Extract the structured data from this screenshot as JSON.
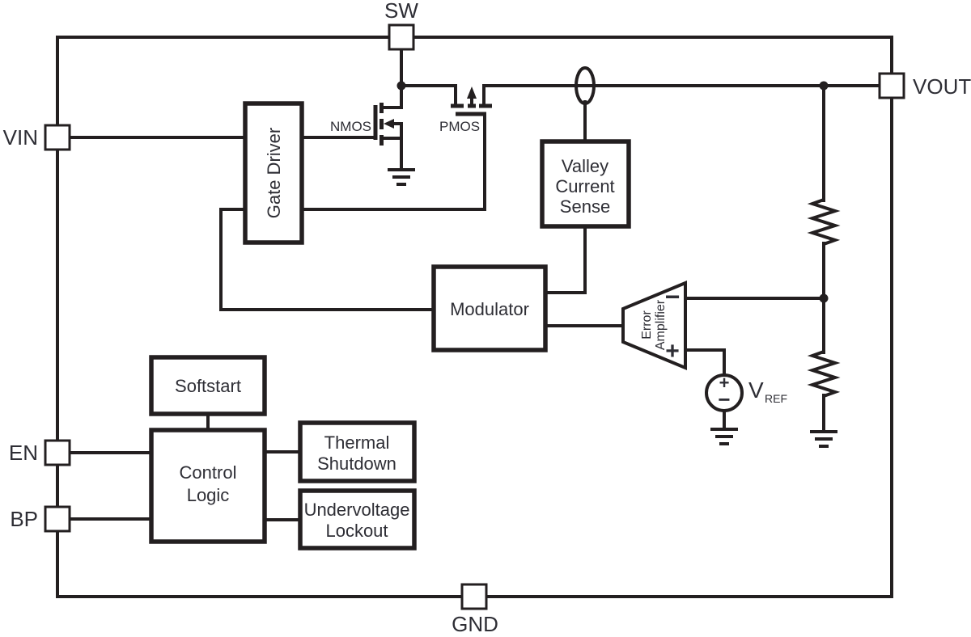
{
  "colors": {
    "line": "#231f20",
    "text": "#2e2e35",
    "background": "#ffffff"
  },
  "pins": {
    "sw": {
      "label": "SW"
    },
    "vin": {
      "label": "VIN"
    },
    "en": {
      "label": "EN"
    },
    "bp": {
      "label": "BP"
    },
    "gnd": {
      "label": "GND"
    },
    "vout": {
      "label": "VOUT"
    }
  },
  "blocks": {
    "gate_driver": {
      "label": "Gate Driver"
    },
    "valley_current_sense": {
      "lines": [
        "Valley",
        "Current",
        "Sense"
      ]
    },
    "modulator": {
      "label": "Modulator"
    },
    "softstart": {
      "label": "Softstart"
    },
    "control_logic": {
      "lines": [
        "Control",
        "Logic"
      ]
    },
    "thermal_shutdown": {
      "lines": [
        "Thermal",
        "Shutdown"
      ]
    },
    "undervoltage_lockout": {
      "lines": [
        "Undervoltage",
        "Lockout"
      ]
    }
  },
  "transistors": {
    "nmos_label": "NMOS",
    "pmos_label": "PMOS"
  },
  "error_amplifier": {
    "lines": [
      "Error",
      "Amplifier"
    ],
    "inverting_input": "−",
    "noninverting_input": "+"
  },
  "vref": {
    "name": "V",
    "subscript": "REF",
    "positive": "+",
    "negative": "−"
  }
}
